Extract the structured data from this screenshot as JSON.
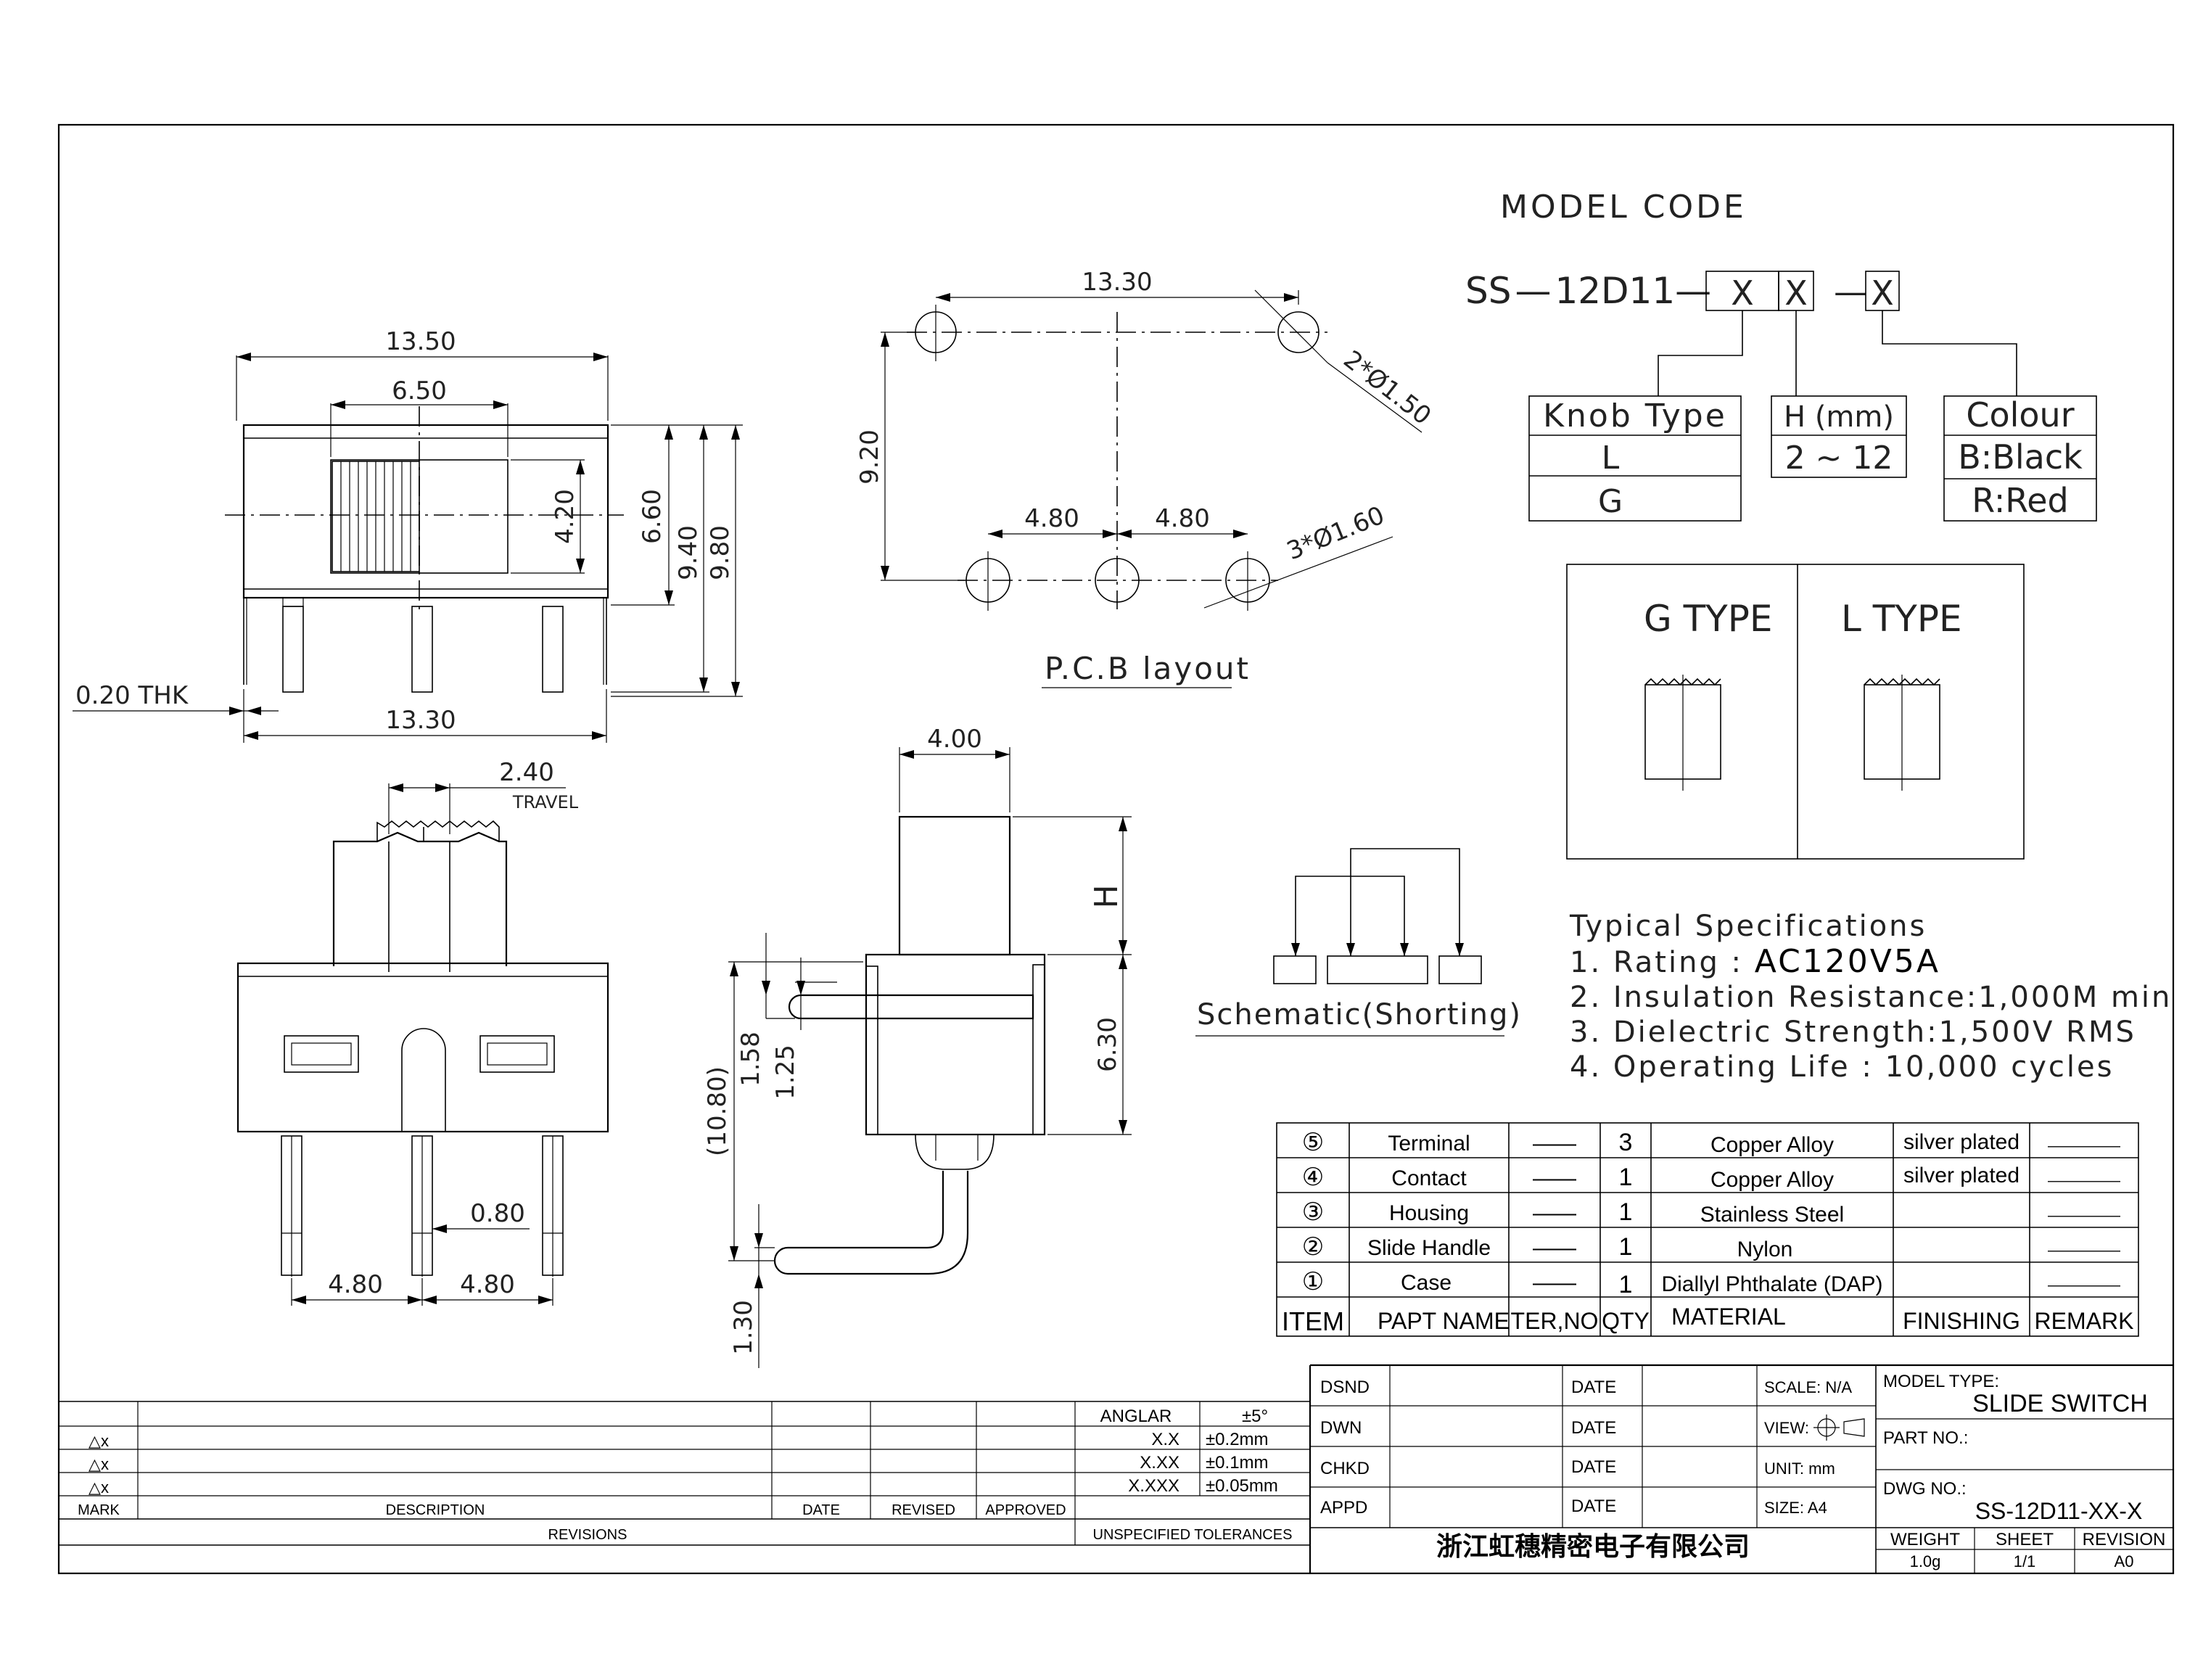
{
  "model_code": {
    "title": "MODEL CODE",
    "prefix": "SS — 12D11—",
    "box1": "X",
    "box2": "X",
    "dash": "—",
    "box3": "X",
    "knob_table": {
      "header": "Knob Type",
      "rows": [
        "L",
        "G"
      ]
    },
    "height_table": {
      "header": "H (mm)",
      "rows": [
        "2 ~ 12"
      ]
    },
    "colour_table": {
      "header": "Colour",
      "rows": [
        "B:Black",
        "R:Red"
      ]
    }
  },
  "types": {
    "g": "G TYPE",
    "l": "L TYPE"
  },
  "specs": {
    "title": "Typical Specifications",
    "items": [
      {
        "label": "1.  Rating  :  ",
        "value": "AC120V5A"
      },
      {
        "label": "2.  Insulation  Resistance:1,000M  min",
        "value": ""
      },
      {
        "label": "3.  Dielectric  Strength:1,500V  RMS",
        "value": ""
      },
      {
        "label": "4.  Operating  Life  :  10,000  cycles",
        "value": ""
      }
    ]
  },
  "labels": {
    "pcb_layout": "P.C.B  layout",
    "schematic": "Schematic(Shorting)",
    "thk": "0.20  THK",
    "travel": "TRAVEL"
  },
  "dims": {
    "top_13_50": "13.50",
    "top_6_50": "6.50",
    "top_4_20": "4.20",
    "top_6_60": "6.60",
    "top_9_40": "9.40",
    "top_9_80": "9.80",
    "top_13_30": "13.30",
    "pcb_13_30": "13.30",
    "pcb_9_20": "9.20",
    "pcb_4_80a": "4.80",
    "pcb_4_80b": "4.80",
    "pcb_hole2": "2*Ø1.50",
    "pcb_hole3": "3*Ø1.60",
    "front_2_40": "2.40",
    "front_0_80": "0.80",
    "front_4_80a": "4.80",
    "front_4_80b": "4.80",
    "side_4_00": "4.00",
    "side_h": "H",
    "side_6_30": "6.30",
    "side_10_80": "(10.80)",
    "side_1_58": "1.58",
    "side_1_25": "1.25",
    "side_1_30": "1.30"
  },
  "bom": {
    "rows": [
      {
        "item": "⑤",
        "name": "Terminal",
        "ter": "——",
        "qty": "3",
        "material": "Copper Alloy",
        "finishing": "silver plated",
        "remark": "—————"
      },
      {
        "item": "④",
        "name": "Contact",
        "ter": "——",
        "qty": "1",
        "material": "Copper Alloy",
        "finishing": "silver plated",
        "remark": "—————"
      },
      {
        "item": "③",
        "name": "Housing",
        "ter": "——",
        "qty": "1",
        "material": "Stainless Steel",
        "finishing": "",
        "remark": "—————"
      },
      {
        "item": "②",
        "name": "Slide Handle",
        "ter": "——",
        "qty": "1",
        "material": "Nylon",
        "finishing": "",
        "remark": "—————"
      },
      {
        "item": "①",
        "name": "Case",
        "ter": "——",
        "qty": "1",
        "material": "Diallyl Phthalate (DAP)",
        "finishing": "",
        "remark": "—————"
      }
    ],
    "header": {
      "item": "ITEM",
      "name": "PAPT NAME",
      "ter": "TER,NO",
      "qty": "QTY",
      "material": "MATERIAL",
      "finishing": "FINISHING",
      "remark": "REMARK"
    }
  },
  "revisions": {
    "marks": [
      "△x",
      "△x",
      "△x"
    ],
    "header": {
      "mark": "MARK",
      "description": "DESCRIPTION",
      "date": "DATE",
      "revised": "REVISED",
      "approved": "APPROVED"
    },
    "footer": "REVISIONS",
    "tolerances": [
      {
        "label": "ANGLAR",
        "value": "±5°"
      },
      {
        "label": "X.X",
        "value": "±0.2mm"
      },
      {
        "label": "X.XX",
        "value": "±0.1mm"
      },
      {
        "label": "X.XXX",
        "value": "±0.05mm"
      }
    ],
    "tolerance_footer": "UNSPECIFIED TOLERANCES"
  },
  "title_block": {
    "roles": [
      "DSND",
      "DWN",
      "CHKD",
      "APPD"
    ],
    "date_label": "DATE",
    "scale": "SCALE: N/A",
    "view": "VIEW:",
    "unit": "UNIT: mm",
    "size": "SIZE: A4",
    "model_type_label": "MODEL TYPE:",
    "model_type": "SLIDE SWITCH",
    "part_no_label": "PART NO.:",
    "dwg_no_label": "DWG NO.:",
    "dwg_no": "SS-12D11-XX-X",
    "company": "浙江虹穗精密电子有限公司",
    "weight_label": "WEIGHT",
    "weight": "1.0g",
    "sheet_label": "SHEET",
    "sheet": "1/1",
    "revision_label": "REVISION",
    "revision": "A0"
  }
}
